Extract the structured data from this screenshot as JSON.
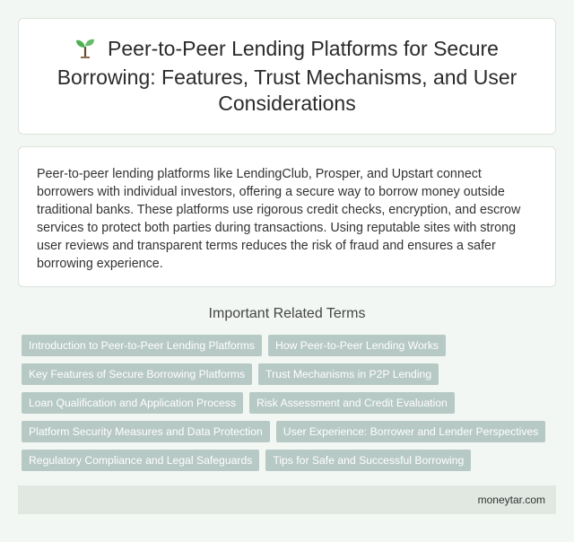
{
  "header": {
    "icon": "sprout-icon",
    "title": "Peer-to-Peer Lending Platforms for Secure Borrowing: Features, Trust Mechanisms, and User Considerations"
  },
  "summary": {
    "text": "Peer-to-peer lending platforms like LendingClub, Prosper, and Upstart connect borrowers with individual investors, offering a secure way to borrow money outside traditional banks. These platforms use rigorous credit checks, encryption, and escrow services to protect both parties during transactions. Using reputable sites with strong user reviews and transparent terms reduces the risk of fraud and ensures a safer borrowing experience."
  },
  "related": {
    "heading": "Important Related Terms",
    "tags": [
      "Introduction to Peer-to-Peer Lending Platforms",
      "How Peer-to-Peer Lending Works",
      "Key Features of Secure Borrowing Platforms",
      "Trust Mechanisms in P2P Lending",
      "Loan Qualification and Application Process",
      "Risk Assessment and Credit Evaluation",
      "Platform Security Measures and Data Protection",
      "User Experience: Borrower and Lender Perspectives",
      "Regulatory Compliance and Legal Safeguards",
      "Tips for Safe and Successful Borrowing"
    ]
  },
  "footer": {
    "site": "moneytar.com"
  },
  "colors": {
    "background": "#f3f7f3",
    "tag": "#b7c9c5",
    "footer": "#e1e8e2"
  }
}
